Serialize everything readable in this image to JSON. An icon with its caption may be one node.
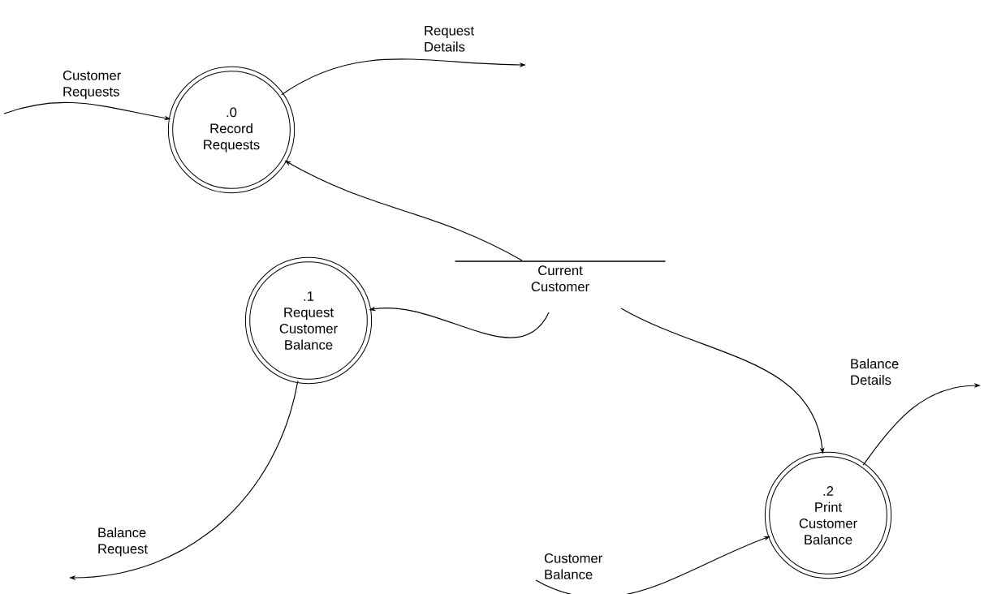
{
  "diagram": {
    "nodes": [
      {
        "text": [
          ".0",
          "Record Requests"
        ]
      },
      {
        "text": [
          ".1",
          "Request Customer Balance"
        ]
      },
      {
        "text": [
          ".2",
          "Print Customer Balance"
        ]
      },
      {
        "text": [
          "Current Customer"
        ]
      }
    ],
    "edges": [
      {
        "from": null,
        "to": 0,
        "arrow": "to",
        "label": "Customer Requests"
      },
      {
        "from": 0,
        "to": null,
        "arrow": "to",
        "label": "Request Details"
      },
      {
        "from": 3,
        "to": 0,
        "arrow": "to"
      },
      {
        "from": 3,
        "to": 1,
        "arrow": "to"
      },
      {
        "from": 3,
        "to": 2,
        "arrow": "to"
      },
      {
        "from": 1,
        "to": null,
        "arrow": "to",
        "label": "Balance Request"
      },
      {
        "from": null,
        "to": 2,
        "arrow": "to",
        "label": "Customer Balance"
      },
      {
        "from": 2,
        "to": null,
        "arrow": "to",
        "label": "Balance Details"
      }
    ]
  }
}
